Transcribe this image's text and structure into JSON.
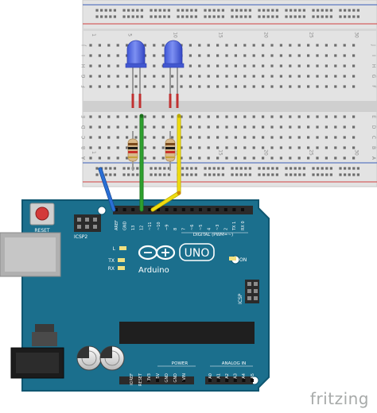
{
  "watermark": "fritzing",
  "breadboard": {
    "column_numbers": [
      "1",
      "5",
      "10",
      "15",
      "20",
      "25",
      "30"
    ],
    "row_letters": [
      "J",
      "I",
      "H",
      "G",
      "F",
      "E",
      "D",
      "C",
      "B",
      "A"
    ]
  },
  "arduino": {
    "reset_label": "RESET",
    "icsp2_label": "ICSP2",
    "led_l_label": "L",
    "led_tx_label": "TX",
    "led_rx_label": "RX",
    "on_label": "ON",
    "logo_text": "Arduino",
    "model_label": "UNO",
    "digital_header_label": "DIGITAL (PWM=~)",
    "icsp_label": "ICSP",
    "power_label": "POWER",
    "analog_label": "ANALOG IN",
    "digital_pins": [
      "AREF",
      "GND",
      "13",
      "12",
      "~11",
      "~10",
      "~9",
      "8",
      "7",
      "~6",
      "~5",
      "4",
      "~3",
      "2",
      "TX 1",
      "RX 0"
    ],
    "power_pins": [
      "IOREF",
      "RESET",
      "3V3",
      "5V",
      "GND",
      "GND",
      "VIN"
    ],
    "analog_pins": [
      "A0",
      "A1",
      "A2",
      "A3",
      "A4",
      "A5"
    ]
  },
  "colors": {
    "board": "#1b6f8d",
    "board_edge": "#0f5670",
    "breadboard": "#e4e4e4",
    "rail_red": "#d24040",
    "rail_blue": "#3b5fb9",
    "led": "#5a70e6",
    "wire_green": "#2ea02e",
    "wire_yellow": "#f0dc10",
    "wire_blue": "#2a6fd6",
    "header": "#2b2b2b"
  },
  "components": {
    "leds": [
      "blue-led",
      "blue-led"
    ],
    "resistors": [
      "resistor",
      "resistor"
    ],
    "wires": [
      "green-wire",
      "yellow-wire",
      "blue-wire"
    ]
  }
}
